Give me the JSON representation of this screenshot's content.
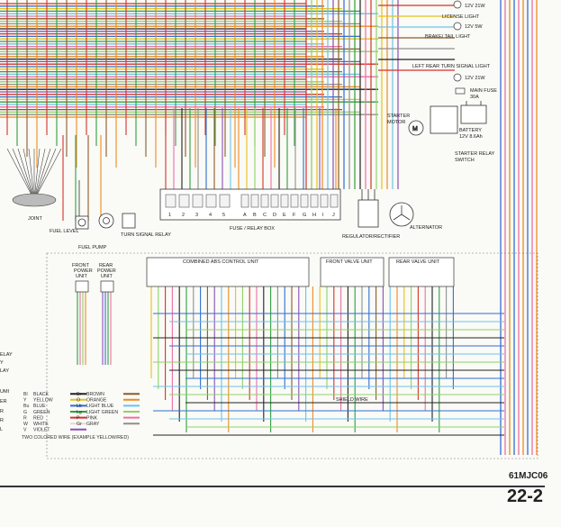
{
  "labels": {
    "joint": "JOINT",
    "fuel_level_sensor": "FUEL LEVEL\nSENSOR",
    "fuel_pump": "FUEL PUMP",
    "turn_signal_relay": "TURN SIGNAL RELAY",
    "fuse_relay_box": "FUSE / RELAY BOX",
    "regulator_rectifier": "REGULATOR/RECTIFIER",
    "alternator": "ALTERNATOR",
    "starter_motor": "STARTER\nMOTOR",
    "battery": "BATTERY\n12V 8.6Ah",
    "main_fuse": "MAIN FUSE\n30A",
    "starter_relay_switch": "STARTER RELAY\nSWITCH",
    "left_rear_turn_signal_light": "LEFT REAR TURN SIGNAL LIGHT",
    "license_light": "LICENSE LIGHT",
    "brake_tail_light": "BRAKE/ TAIL LIGHT",
    "bulb_12v21w_a": "12V 21W",
    "bulb_12v5w": "12V 5W",
    "bulb_12v21w_b": "12V 21W",
    "front_power_unit": "FRONT\nPOWER\nUNIT",
    "rear_power_unit": "REAR\nPOWER\nUNIT",
    "combined_abs_control_unit": "COMBINED ABS CONTROL UNIT",
    "front_valve_unit": "FRONT VALVE UNIT",
    "rear_valve_unit": "REAR VALVE UNIT",
    "shield_wire": "SHIELD WIRE",
    "two_colored_wire": "TWO COLORED WIRE (EXAMPLE YELLOW/RED)",
    "diagram_code": "61MJC06",
    "page_number": "22-2",
    "fuse_numbers": [
      "1",
      "2",
      "3",
      "4",
      "5",
      "A",
      "B",
      "C",
      "D",
      "E",
      "F",
      "G",
      "H",
      "I",
      "J"
    ],
    "left_edge": [
      "ELAY",
      "Y",
      "LAY",
      "UMI",
      "ER",
      "R",
      "R",
      "L"
    ]
  },
  "legend": {
    "left": [
      {
        "code": "Bl",
        "name": "BLACK",
        "color": "#222222"
      },
      {
        "code": "Y",
        "name": "YELLOW",
        "color": "#e8c21a"
      },
      {
        "code": "Bu",
        "name": "BLUE",
        "color": "#2f6fd1"
      },
      {
        "code": "G",
        "name": "GREEN",
        "color": "#2f9e3f"
      },
      {
        "code": "R",
        "name": "RED",
        "color": "#d4322c"
      },
      {
        "code": "W",
        "name": "WHITE",
        "color": "#dddddd"
      },
      {
        "code": "V",
        "name": "VIOLET",
        "color": "#8a4fb8"
      }
    ],
    "right": [
      {
        "code": "Br",
        "name": "BROWN",
        "color": "#8b5a2b"
      },
      {
        "code": "O",
        "name": "ORANGE",
        "color": "#ef8a1f"
      },
      {
        "code": "Lb",
        "name": "LIGHT BLUE",
        "color": "#6cc3ea"
      },
      {
        "code": "Lg",
        "name": "LIGHT GREEN",
        "color": "#8fd16a"
      },
      {
        "code": "P",
        "name": "PINK",
        "color": "#ec6fa8"
      },
      {
        "code": "Gr",
        "name": "GRAY",
        "color": "#8f8f8f"
      }
    ]
  },
  "wire_colors": [
    "#d4322c",
    "#2f6fd1",
    "#e8c21a",
    "#2f9e3f",
    "#6cc3ea",
    "#ec6fa8",
    "#8b5a2b",
    "#8fd16a",
    "#8f8f8f",
    "#ef8a1f",
    "#222222",
    "#8a4fb8"
  ]
}
